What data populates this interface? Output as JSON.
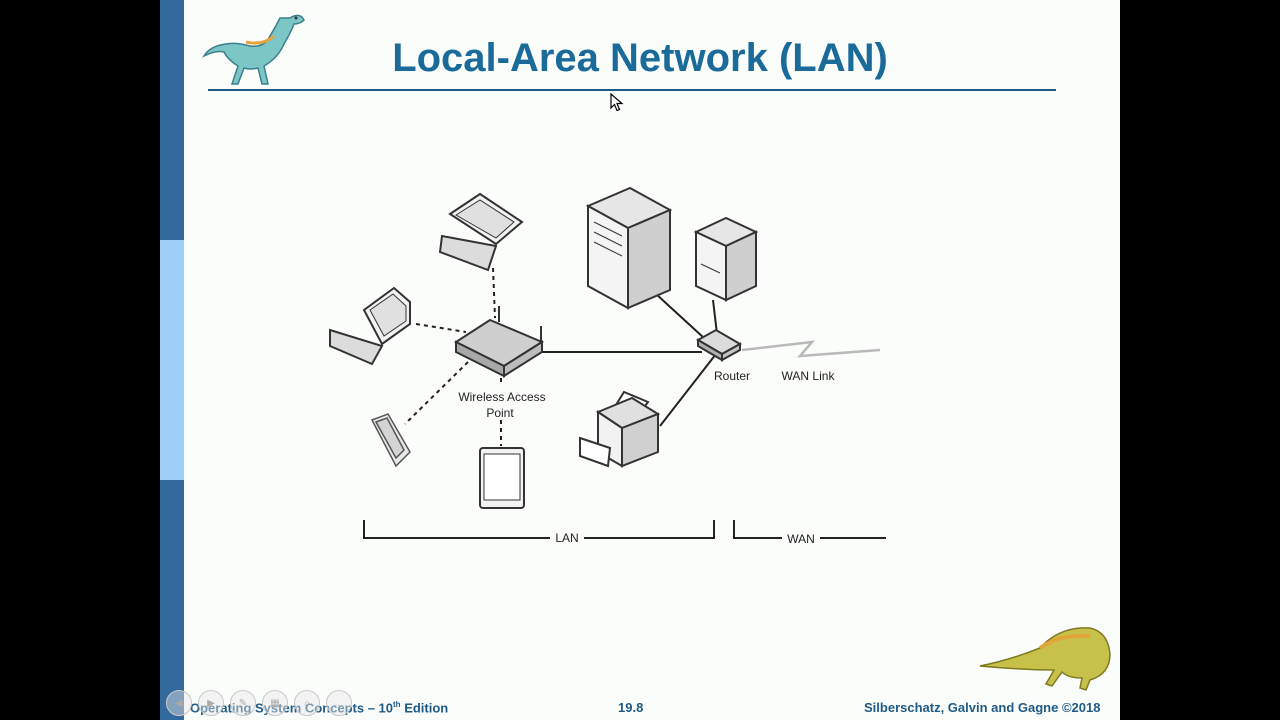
{
  "slide": {
    "title": "Local-Area Network (LAN)",
    "footer": {
      "book_title": "Operating System Concepts – 10",
      "edition_sup": "th",
      "edition_suffix": " Edition",
      "page_number": "19.8",
      "authors": "Silberschatz, Galvin and Gagne ©2018"
    }
  },
  "diagram": {
    "labels": {
      "wireless_access_point_line1": "Wireless Access",
      "wireless_access_point_line2": "Point",
      "router": "Router",
      "wan_link": "WAN Link",
      "lan": "LAN",
      "wan": "WAN"
    }
  },
  "player": {
    "controls": [
      "prev-icon",
      "play-icon",
      "pen-icon",
      "grid-icon",
      "zoom-icon",
      "more-icon"
    ]
  },
  "colors": {
    "title": "#1a6b99",
    "sidebar_dark": "#336a9d",
    "sidebar_light": "#9dcff7",
    "slide_bg": "#fbfdfb"
  }
}
